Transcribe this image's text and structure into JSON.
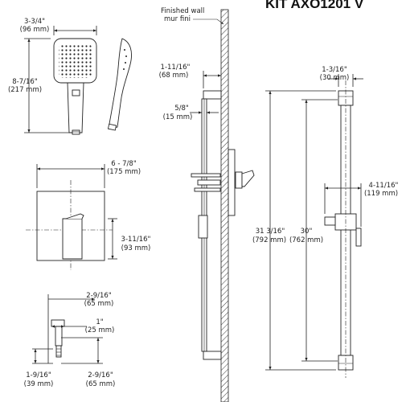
{
  "header": {
    "title": "KIT AXO1201 V"
  },
  "wall": {
    "label_en": "Finished wall",
    "label_fr": "mur fini"
  },
  "handshower": {
    "width": {
      "imperial": "3-3/4\"",
      "metric": "(96 mm)"
    },
    "length": {
      "imperial": "8-7/16\"",
      "metric": "(217 mm)"
    }
  },
  "trim_plate": {
    "width": {
      "imperial": "6 - 7/8\"",
      "metric": "(175 mm)"
    },
    "depth": {
      "imperial": "3-11/16\"",
      "metric": "(93 mm)"
    }
  },
  "elbow": {
    "projection": {
      "imperial": "2-9/16\"",
      "metric": "(65 mm)"
    },
    "outlet": {
      "imperial": "1\"",
      "metric": "(25 mm)"
    },
    "base": {
      "imperial": "1-9/16\"",
      "metric": "(39 mm)"
    },
    "height": {
      "imperial": "2-9/16\"",
      "metric": "(65 mm)"
    }
  },
  "side_view": {
    "bar_offset": {
      "imperial": "1-11/16\"",
      "metric": "(68 mm)"
    },
    "bar_dia": {
      "imperial": "5/8\"",
      "metric": "(15 mm)"
    }
  },
  "front_view": {
    "bracket_width": {
      "imperial": "1-3/16\"",
      "metric": "(30 mm)"
    },
    "total_height": {
      "imperial": "31 3/16\"",
      "metric": "(792 mm)"
    },
    "bar_length": {
      "imperial": "30\"",
      "metric": "(762 mm)"
    },
    "slider_projection": {
      "imperial": "4-11/16\"",
      "metric": "(119 mm)"
    }
  }
}
